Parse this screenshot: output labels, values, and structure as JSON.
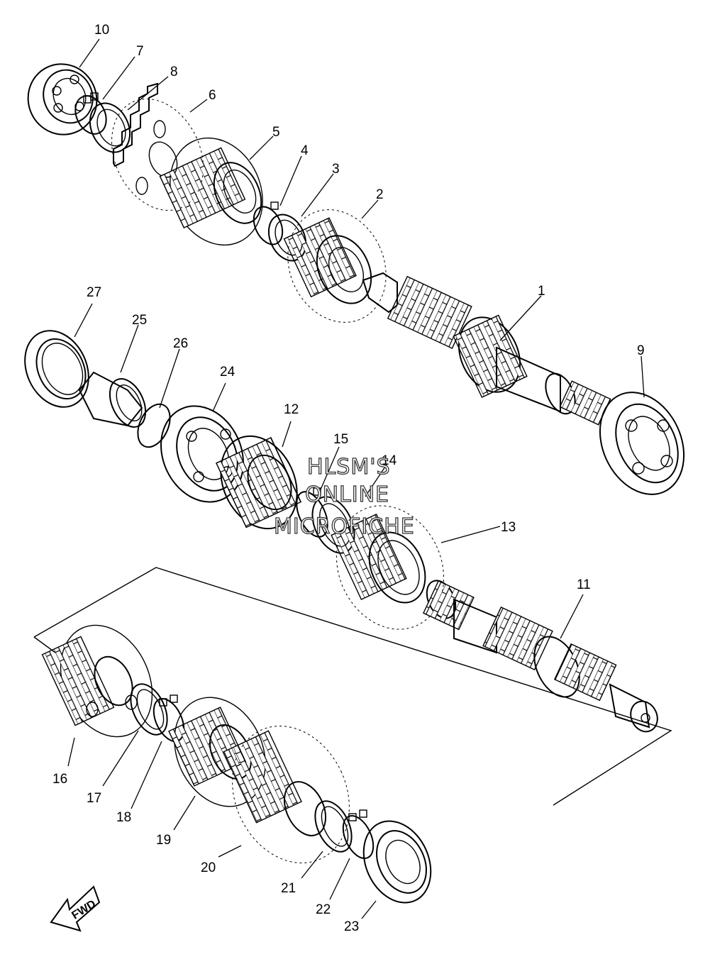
{
  "callouts": [
    {
      "id": "10",
      "label": "10"
    },
    {
      "id": "7",
      "label": "7"
    },
    {
      "id": "8",
      "label": "8"
    },
    {
      "id": "6",
      "label": "6"
    },
    {
      "id": "5",
      "label": "5"
    },
    {
      "id": "4",
      "label": "4"
    },
    {
      "id": "3",
      "label": "3"
    },
    {
      "id": "2",
      "label": "2"
    },
    {
      "id": "1",
      "label": "1"
    },
    {
      "id": "9",
      "label": "9"
    },
    {
      "id": "27",
      "label": "27"
    },
    {
      "id": "25",
      "label": "25"
    },
    {
      "id": "26",
      "label": "26"
    },
    {
      "id": "24",
      "label": "24"
    },
    {
      "id": "12",
      "label": "12"
    },
    {
      "id": "15",
      "label": "15"
    },
    {
      "id": "14",
      "label": "14"
    },
    {
      "id": "13",
      "label": "13"
    },
    {
      "id": "11",
      "label": "11"
    },
    {
      "id": "16",
      "label": "16"
    },
    {
      "id": "17",
      "label": "17"
    },
    {
      "id": "18",
      "label": "18"
    },
    {
      "id": "19",
      "label": "19"
    },
    {
      "id": "20",
      "label": "20"
    },
    {
      "id": "21",
      "label": "21"
    },
    {
      "id": "22",
      "label": "22"
    },
    {
      "id": "23",
      "label": "23"
    }
  ],
  "watermark": {
    "line1": "HLSM'S",
    "line2": "ONLINE",
    "line3": "MICROFICHE"
  },
  "fwd_label": "FWD"
}
